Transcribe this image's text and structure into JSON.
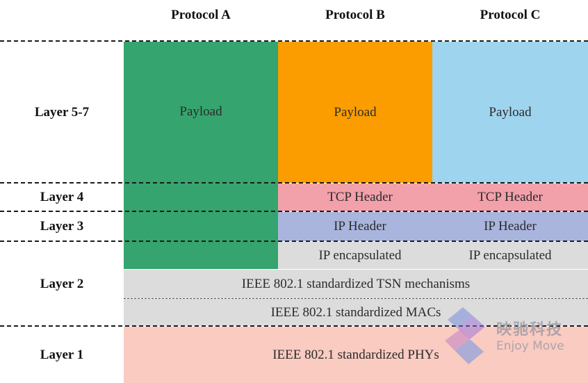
{
  "columns": {
    "a": "Protocol A",
    "b": "Protocol B",
    "c": "Protocol C"
  },
  "layers": {
    "l57": "Layer 5-7",
    "l4": "Layer 4",
    "l3": "Layer 3",
    "l2": "Layer 2",
    "l1": "Layer 1"
  },
  "blocks": {
    "payload_a": "Payload",
    "payload_b": "Payload",
    "payload_c": "Payload",
    "tcp_b": "TCP Header",
    "tcp_c": "TCP Header",
    "ip_b": "IP Header",
    "ip_c": "IP Header",
    "ipenc_b": "IP encapsulated",
    "ipenc_c": "IP encapsulated",
    "tsn": "IEEE 802.1 standardized TSN mechanisms",
    "macs": "IEEE 802.1 standardized MACs",
    "phys": "IEEE 802.1 standardized PHYs"
  },
  "colors": {
    "protocol_a_green": "#35a46e",
    "protocol_b_orange": "#fb9d00",
    "protocol_c_blue": "#9fd4ee",
    "tcp_pink": "#f2a0aa",
    "ip_lavender": "#aab5de",
    "layer2_gray": "#dcdcdc",
    "layer1_salmon": "#f9cbc1"
  },
  "watermark": {
    "cn": "映驰科技",
    "en": "Enjoy Move",
    "icon": "enjoy-move-logo-icon"
  }
}
